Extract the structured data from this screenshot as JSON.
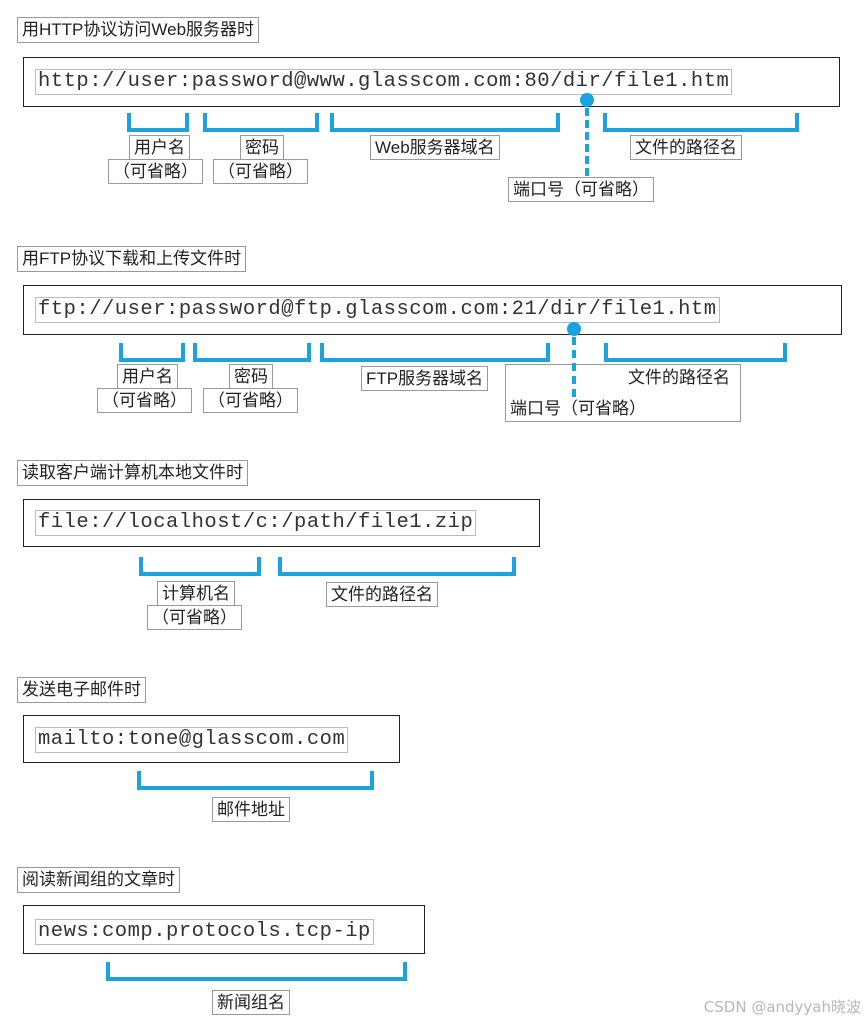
{
  "sections": {
    "http": {
      "title": "用HTTP协议访问Web服务器时",
      "url": "http://user:password@www.glasscom.com:80/dir/file1.htm",
      "labels": {
        "user": "用户名",
        "user_optional": "（可省略）",
        "password": "密码",
        "password_optional": "（可省略）",
        "server": "Web服务器域名",
        "port": "端口号（可省略）",
        "path": "文件的路径名"
      }
    },
    "ftp": {
      "title": "用FTP协议下载和上传文件时",
      "url": "ftp://user:password@ftp.glasscom.com:21/dir/file1.htm",
      "labels": {
        "user": "用户名",
        "user_optional": "（可省略）",
        "password": "密码",
        "password_optional": "（可省略）",
        "server": "FTP服务器域名",
        "port": "端口号（可省略）",
        "path": "文件的路径名"
      }
    },
    "file": {
      "title": "读取客户端计算机本地文件时",
      "url": "file://localhost/c:/path/file1.zip",
      "labels": {
        "computer": "计算机名",
        "computer_optional": "（可省略）",
        "path": "文件的路径名"
      }
    },
    "mailto": {
      "title": "发送电子邮件时",
      "url": "mailto:tone@glasscom.com",
      "labels": {
        "address": "邮件地址"
      }
    },
    "news": {
      "title": "阅读新闻组的文章时",
      "url": "news:comp.protocols.tcp-ip",
      "labels": {
        "group": "新闻组名"
      }
    }
  },
  "watermark": "CSDN @andyyah晓波",
  "accent_color": "#1ba3e0"
}
